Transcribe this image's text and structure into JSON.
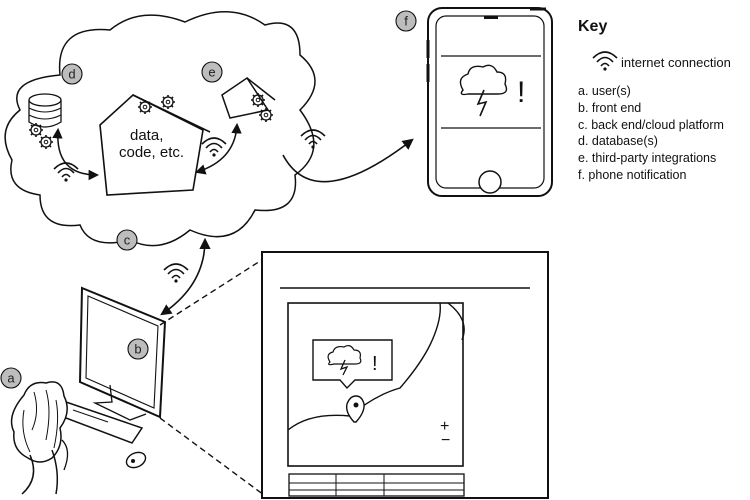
{
  "legend": {
    "title": "Key",
    "wifi_label": "internet connection",
    "items": [
      "a. user(s)",
      "b. front end",
      "c. back end/cloud platform",
      "d. database(s)",
      "e. third-party integrations",
      "f. phone notification"
    ]
  },
  "badges": {
    "a": "a",
    "b": "b",
    "c": "c",
    "d": "d",
    "e": "e",
    "f": "f"
  },
  "cloud": {
    "data_text": [
      "data,",
      "code, etc."
    ]
  },
  "notification": {
    "exclamation": "!"
  },
  "map_controls": {
    "zoom_in": "+",
    "zoom_out": "−"
  }
}
